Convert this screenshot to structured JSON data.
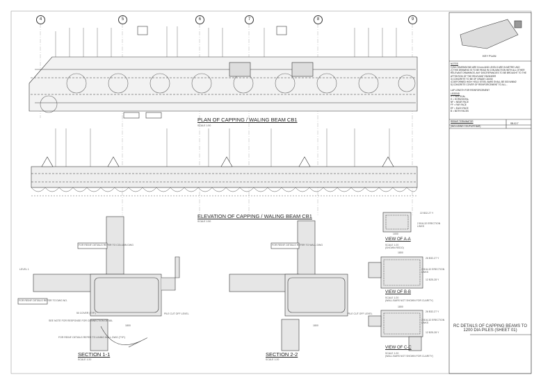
{
  "grid_lines": [
    "4",
    "5",
    "6",
    "7",
    "8",
    "9"
  ],
  "plan": {
    "title": "PLAN OF CAPPING / WALING BEAM CB1",
    "scale": "SCALE 1:50"
  },
  "elevation": {
    "title": "ELEVATION OF CAPPING / WALING BEAM CB1",
    "scale": "SCALE 1:50"
  },
  "section_1": {
    "title": "SECTION 1-1",
    "scale": "SCALE 1:20",
    "notes": [
      "FOR REINF. DETAILS REFER TO COLUMN DWG",
      "FOR REINF. DETAILS REFER TO DWG NO.",
      "SEE NOTE FOR RESPONSE FOR CONNECTION DETAIL",
      "FOR REINF. DETAILS REFER TO LINING WALL DWG (TYP.)",
      "50 COVER (TYP.)",
      "PILE CUT OFF LEVEL",
      "1800",
      "LEVEL 1"
    ]
  },
  "section_2": {
    "title": "SECTION 2-2",
    "scale": "SCALE 1:20",
    "notes": [
      "FOR REINF. DETAILS REFER TO WALL DWG",
      "PILE CUT OFF LEVEL",
      "1800"
    ]
  },
  "views": [
    {
      "title": "VIEW OF A-A",
      "scale": "SCALE 1:20",
      "sub": "(SHOWN REDO)",
      "labels": [
        "22 B32-27 Y",
        "2 B16-32 ERECTION LINKS",
        "1000"
      ]
    },
    {
      "title": "VIEW OF B-B",
      "scale": "SCALE 1:20",
      "sub": "(WALL BARS NOT SHOWN FOR CLARITY)",
      "labels": [
        "26 B32-27 Y",
        "2 B16-32 ERECTION LINKS",
        "12 B25-28 Y",
        "1800"
      ]
    },
    {
      "title": "VIEW OF C-C",
      "scale": "SCALE 1:20",
      "sub": "(WALL BARS NOT SHOWN FOR CLARITY)",
      "labels": [
        "26 B32-27 Y",
        "2 B16-32 ERECTION LINKS",
        "12 B25-28 Y",
        "1800"
      ]
    }
  ],
  "key_plan": {
    "title": "KEY PLAN"
  },
  "notes": {
    "heading": "NOTES",
    "items": [
      "1) ALL DIMENSIONS ARE IN mm AND LEVELS ARE IN METRE UNO",
      "2) THIS DRAWING IS TO BE READ IN CONJUNCTION WITH ALL OTHER RELEVANT DRAWINGS. ANY DISCREPANCIES TO BE BROUGHT TO THE ATTENTION OF THE RELEVANT ENGINEER",
      "3) CONCRETE TO BE OF GRADE C40/50",
      "4) DEFORMED HIGH YIELD STEEL BARS SHALL BE 500 N/MM2",
      "5) CONCRETE COVER OF REINFORCEMENT TO ALL...",
      "LAP LENGTH FOR REINFORCEMENT"
    ],
    "legend_heading": "LEGEND",
    "legend": [
      "V = VERTICAL",
      "H = HORIZONTAL",
      "NF = NEAR FACE",
      "FF = FAR FACE",
      "EF = EACH FACE",
      "B = BOTH FACES"
    ]
  },
  "title_block": {
    "rebar_label": "REBAR TERMINATOR",
    "coupler": "(INCLUDING COUPLER BAR)",
    "code": "SB-02-T",
    "drawing_title": "RC DETAILS OF CAPPING BEAMS TO 1200 DIA PILES (SHEET 01)"
  }
}
